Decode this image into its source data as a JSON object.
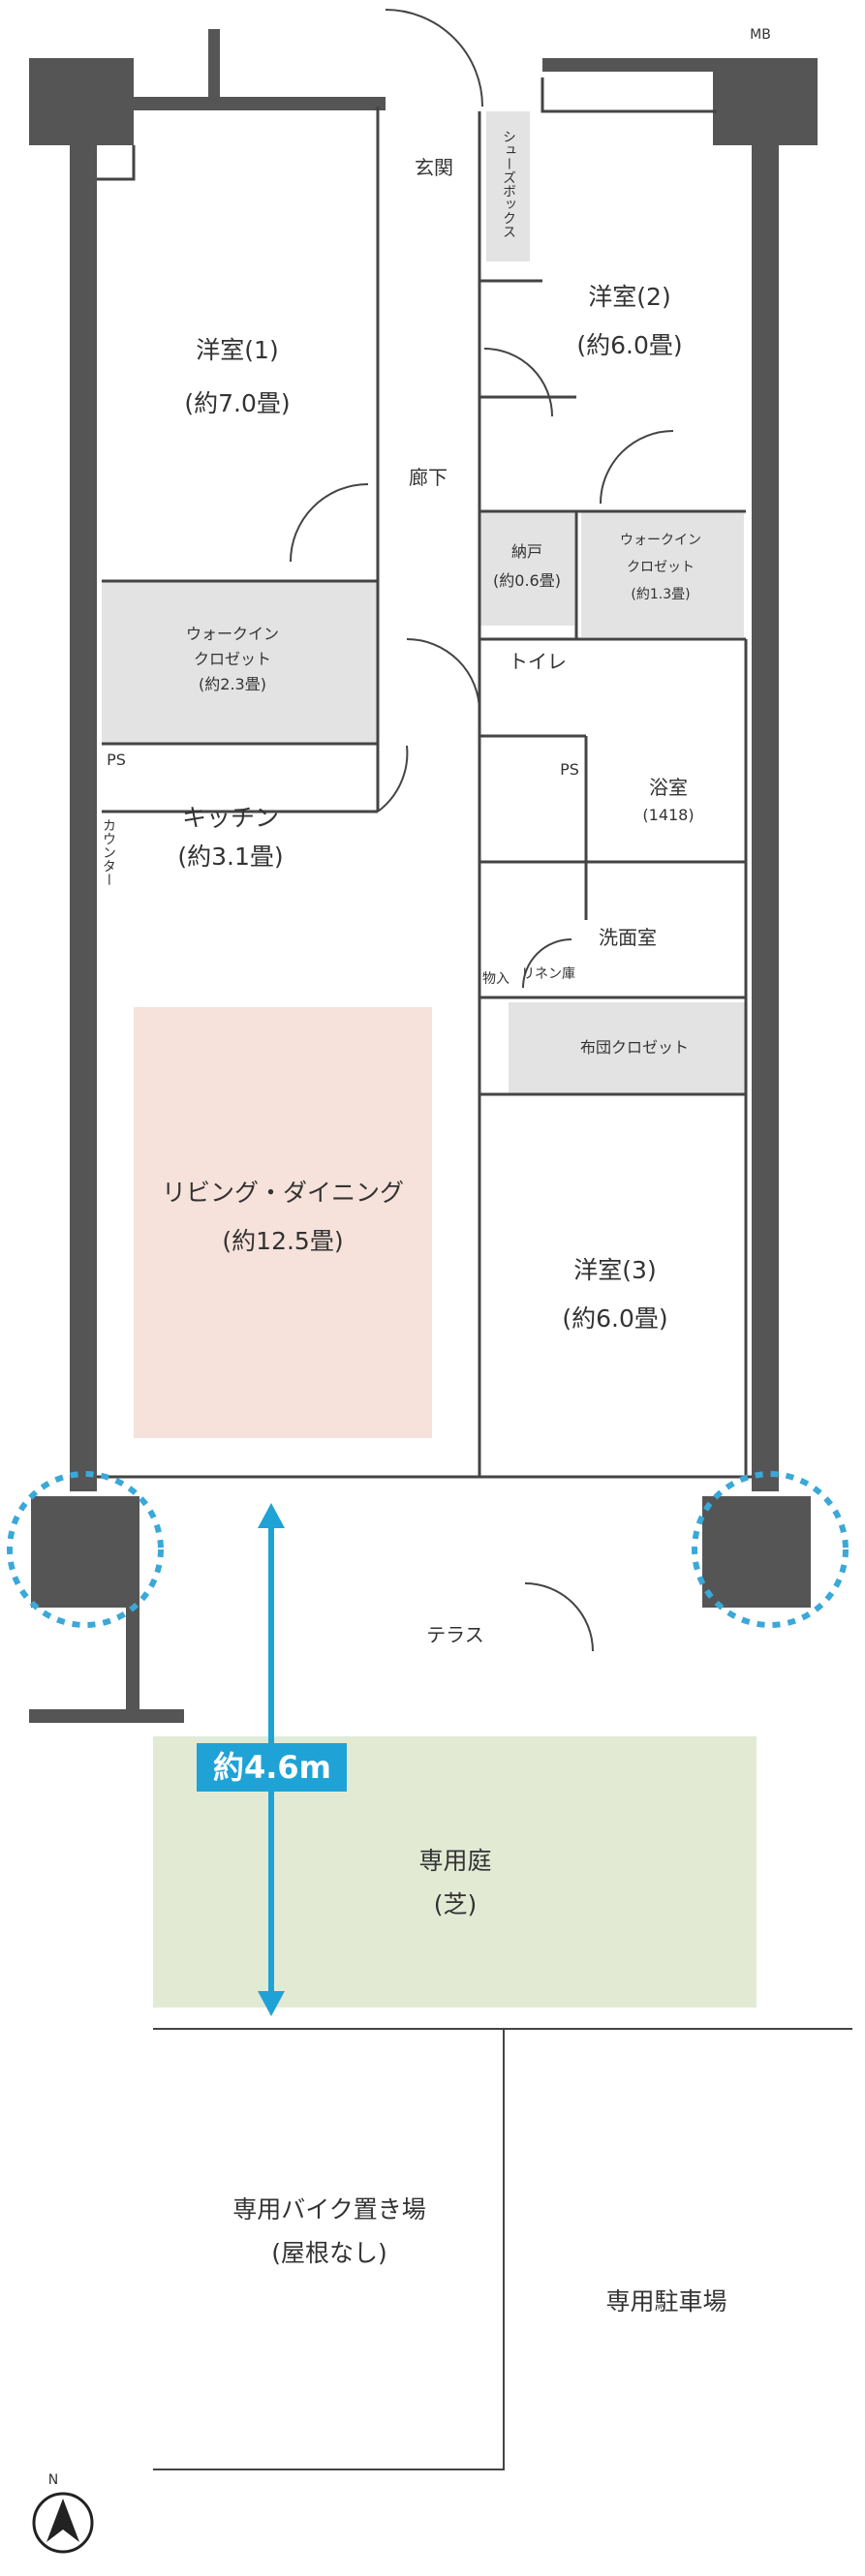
{
  "labels": {
    "mb": "MB",
    "shoe_box": "シューズボックス",
    "genkan": "玄関",
    "room1": "洋室(1)",
    "room1_size": "(約7.0畳)",
    "room2": "洋室(2)",
    "room2_size": "(約6.0畳)",
    "hallway": "廊下",
    "nando": "納戸",
    "nando_size": "(約0.6畳)",
    "wic2_l1": "ウォークイン",
    "wic2_l2": "クロゼット",
    "wic2_size": "(約1.3畳)",
    "wic1_l1": "ウォークイン",
    "wic1_l2": "クロゼット",
    "wic1_size": "(約2.3畳)",
    "toilet": "トイレ",
    "ps_left": "PS",
    "ps_right": "PS",
    "bath": "浴室",
    "bath_size": "(1418)",
    "kitchen": "キッチン",
    "kitchen_size": "(約3.1畳)",
    "counter": "カウンター",
    "washroom": "洗面室",
    "storage": "物入",
    "linen": "リネン庫",
    "futon": "布団クロゼット",
    "ldk": "リビング・ダイニング",
    "ldk_size": "(約12.5畳)",
    "room3": "洋室(3)",
    "room3_size": "(約6.0畳)",
    "terrace": "テラス",
    "dimension": "約4.6m",
    "garden": "専用庭",
    "garden_sub": "(芝)",
    "bike": "専用バイク置き場",
    "bike_sub": "(屋根なし)",
    "parking": "専用駐車場",
    "north": "N"
  },
  "colors": {
    "wall": "#555555",
    "line": "#444444",
    "ldk_floor": "#f6e2da",
    "closet_fill": "#e3e3e3",
    "garden_fill": "#e2ead4",
    "dimension_blue": "#1fa3d6",
    "dotted_blue": "#3aa8d8"
  }
}
